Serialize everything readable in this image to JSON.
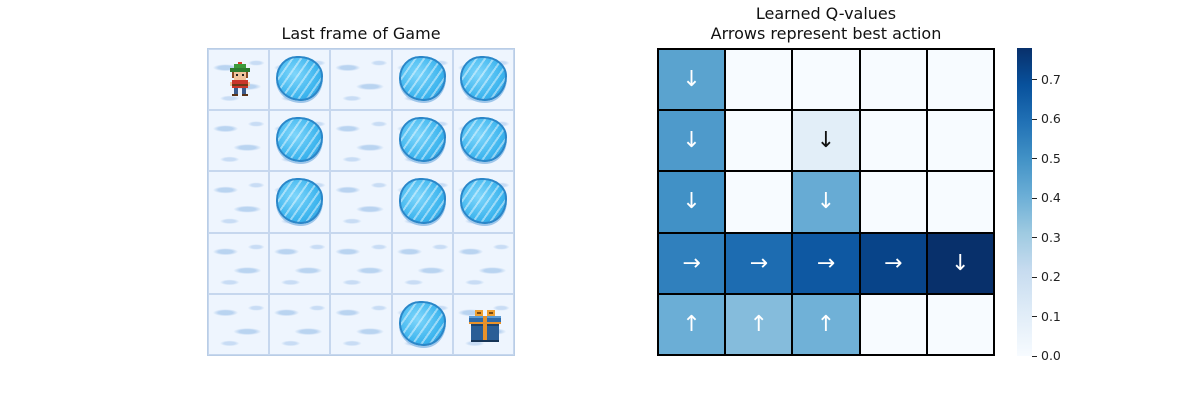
{
  "game_panel": {
    "title": "Last frame of Game"
  },
  "map": [
    [
      "elf",
      "hole",
      "ice",
      "hole",
      "hole"
    ],
    [
      "ice",
      "hole",
      "ice",
      "hole",
      "hole"
    ],
    [
      "ice",
      "hole",
      "ice",
      "hole",
      "hole"
    ],
    [
      "ice",
      "ice",
      "ice",
      "ice",
      "ice"
    ],
    [
      "ice",
      "ice",
      "ice",
      "hole",
      "goal"
    ]
  ],
  "icons": {
    "elf": "elf-player-icon",
    "goal": "gift-box-icon",
    "hole": "ice-hole-icon"
  },
  "heatmap_panel": {
    "title_line1": "Learned Q-values",
    "title_line2": "Arrows represent best action"
  },
  "chart_data": {
    "type": "heatmap",
    "title": "Learned Q-values\nArrows represent best action",
    "grid_rows": 5,
    "grid_cols": 5,
    "values": [
      [
        0.43,
        0.0,
        0.0,
        0.0,
        0.0
      ],
      [
        0.46,
        0.0,
        0.08,
        0.0,
        0.0
      ],
      [
        0.49,
        0.0,
        0.4,
        0.0,
        0.0
      ],
      [
        0.54,
        0.6,
        0.66,
        0.72,
        0.78
      ],
      [
        0.39,
        0.34,
        0.38,
        0.0,
        0.0
      ]
    ],
    "arrows": [
      [
        "↓",
        "",
        "",
        "",
        ""
      ],
      [
        "↓",
        "",
        "↓",
        "",
        ""
      ],
      [
        "↓",
        "",
        "↓",
        "",
        ""
      ],
      [
        "→",
        "→",
        "→",
        "→",
        "↓"
      ],
      [
        "↑",
        "↑",
        "↑",
        "",
        ""
      ]
    ],
    "colormap": "Blues",
    "colorbar": {
      "min": 0.0,
      "max": 0.78,
      "ticks": [
        "0.0",
        "0.1",
        "0.2",
        "0.3",
        "0.4",
        "0.5",
        "0.6",
        "0.7"
      ]
    }
  }
}
